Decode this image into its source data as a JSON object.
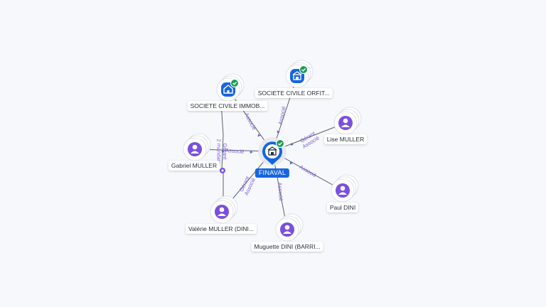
{
  "colors": {
    "person_fill": "#7a4fe0",
    "company_fill": "#1565e0",
    "verified_badge": "#1f9d55",
    "edge": "#5a6070",
    "edge_label": "#7b5cd6",
    "background": "#f7f8fb"
  },
  "center": {
    "label": "FINAVAL",
    "icon": "building-icon",
    "verified": true
  },
  "nodes": [
    {
      "id": "sci-immob",
      "label": "SOCIETE CIVILE IMMOB...",
      "kind": "company",
      "icon": "house-icon",
      "verified": true
    },
    {
      "id": "sci-orfit",
      "label": "SOCIETE CIVILE ORFIT...",
      "kind": "company",
      "icon": "building-icon",
      "verified": true
    },
    {
      "id": "lise",
      "label": "Lise MULLER",
      "kind": "person",
      "icon": "person-icon"
    },
    {
      "id": "gabriel",
      "label": "Gabriel MULLER",
      "kind": "person",
      "icon": "person-icon"
    },
    {
      "id": "paul",
      "label": "Paul DINI",
      "kind": "person",
      "icon": "person-icon"
    },
    {
      "id": "valerie",
      "label": "Valérie MULLER (DINI...",
      "kind": "person",
      "icon": "person-icon"
    },
    {
      "id": "muguette",
      "label": "Muguette DINI (BARRI...",
      "kind": "person",
      "icon": "person-icon"
    }
  ],
  "edges": [
    {
      "from": "sci-immob",
      "to": "center",
      "label": "Associé"
    },
    {
      "from": "sci-orfit",
      "to": "center",
      "label": "Associé"
    },
    {
      "from": "lise",
      "to": "center",
      "label": "Gérant\nAssocié"
    },
    {
      "from": "gabriel",
      "to": "center",
      "label": "Associé"
    },
    {
      "from": "gabriel",
      "to": "sci-immob",
      "label": "Gérant\n2 mandats"
    },
    {
      "from": "paul",
      "to": "center",
      "label": "Associé"
    },
    {
      "from": "valerie",
      "to": "center",
      "label": "Gérant\nAssocié"
    },
    {
      "from": "valerie",
      "to": "gabriel",
      "label": ""
    },
    {
      "from": "muguette",
      "to": "center",
      "label": "Associé"
    }
  ]
}
